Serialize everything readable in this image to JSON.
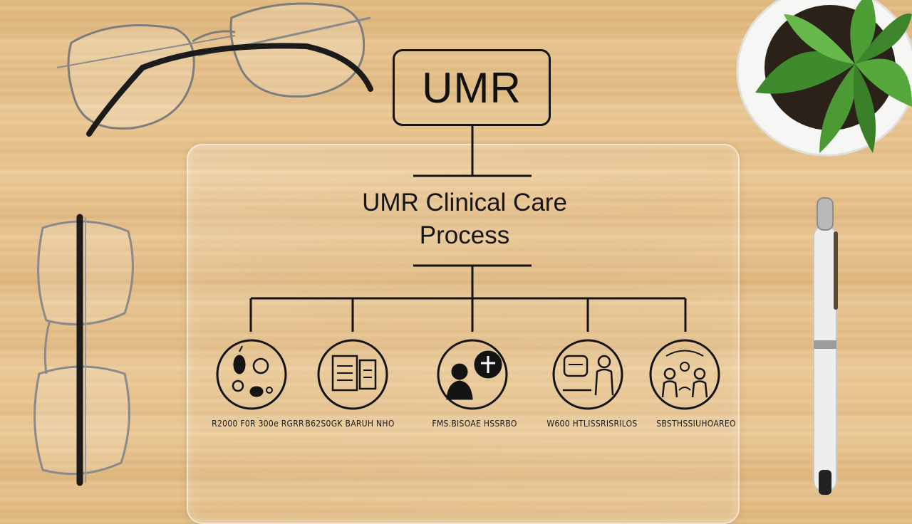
{
  "diagram": {
    "root_label": "UMR",
    "title_line1": "UMR Clinical Care",
    "title_line2": "Process",
    "steps": [
      {
        "label": "R2000 F0R 300e RGRR",
        "icon": "medical-items-icon"
      },
      {
        "label": "B62S0GK BARUH NHO",
        "icon": "records-clipboard-icon"
      },
      {
        "label": "FMS.BISOAE HSSRBO",
        "icon": "patient-doctor-icon"
      },
      {
        "label": "W600 HTLISSRISRILOS",
        "icon": "consultation-icon"
      },
      {
        "label": "SBSTHSSIUHOAREO",
        "icon": "care-team-icon"
      }
    ]
  },
  "colors": {
    "ink": "#141414",
    "wood": "#e8c48d"
  }
}
